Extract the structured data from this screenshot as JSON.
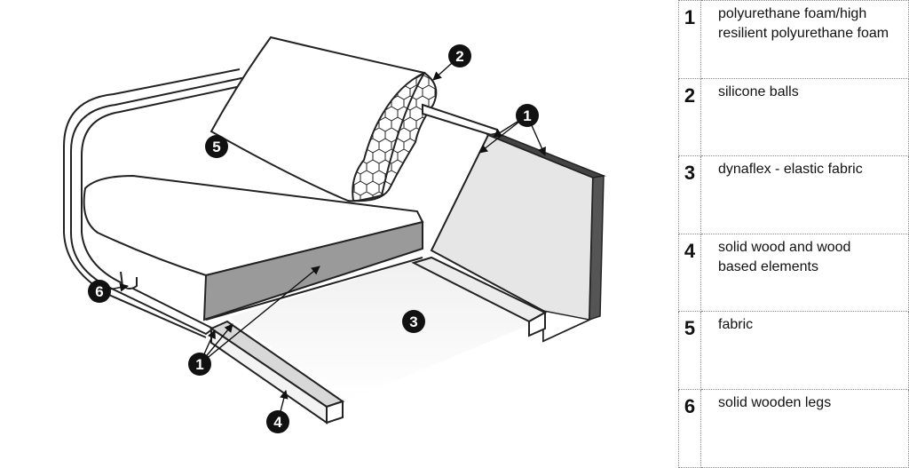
{
  "callouts": {
    "c1a": "1",
    "c1b": "1",
    "c2": "2",
    "c3": "3",
    "c4": "4",
    "c5": "5",
    "c6": "6"
  },
  "legend": [
    {
      "num": "1",
      "text": "polyurethane foam/high\nresilient polyurethane foam"
    },
    {
      "num": "2",
      "text": "silicone balls"
    },
    {
      "num": "3",
      "text": "dynaflex - elastic fabric"
    },
    {
      "num": "4",
      "text": "solid wood and wood\nbased elements"
    },
    {
      "num": "5",
      "text": "fabric"
    },
    {
      "num": "6",
      "text": "solid wooden legs"
    }
  ]
}
